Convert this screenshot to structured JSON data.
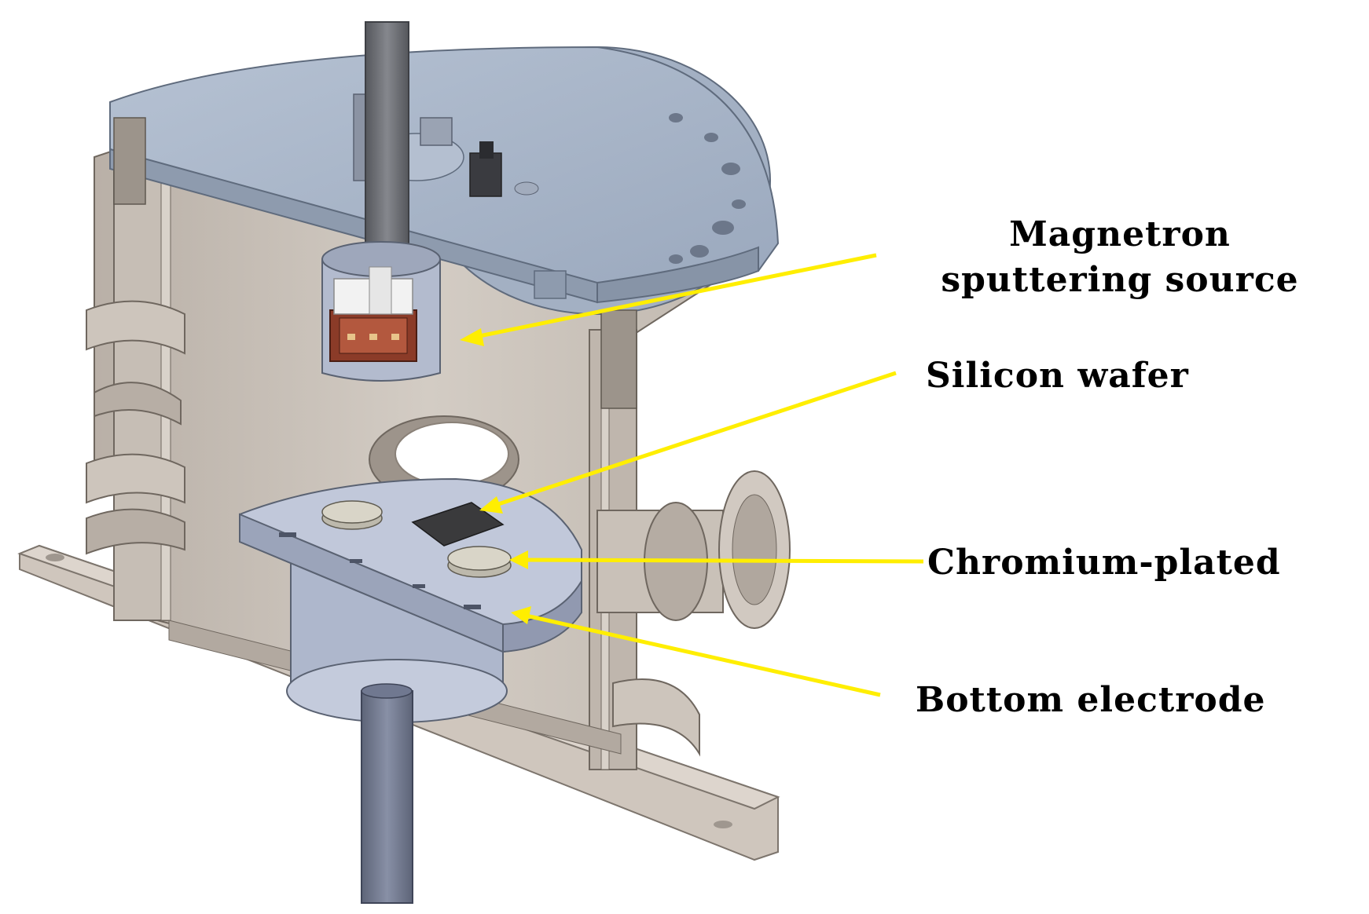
{
  "labels": {
    "magnetron_line1": "Magnetron",
    "magnetron_line2": "sputtering source",
    "silicon_wafer": "Silicon wafer",
    "chromium_plated": "Chromium-plated",
    "bottom_electrode": "Bottom electrode"
  },
  "colors": {
    "arrow": "#ffee00",
    "chamber_wall": "#cbc3bb",
    "chamber_inner": "#bdb5ad",
    "lid": "#a9b6c9",
    "electrode": "#b4bdd4",
    "rod": "#6c6e74",
    "wafer": "#3a3a3c",
    "copper": "#8b3b28"
  }
}
